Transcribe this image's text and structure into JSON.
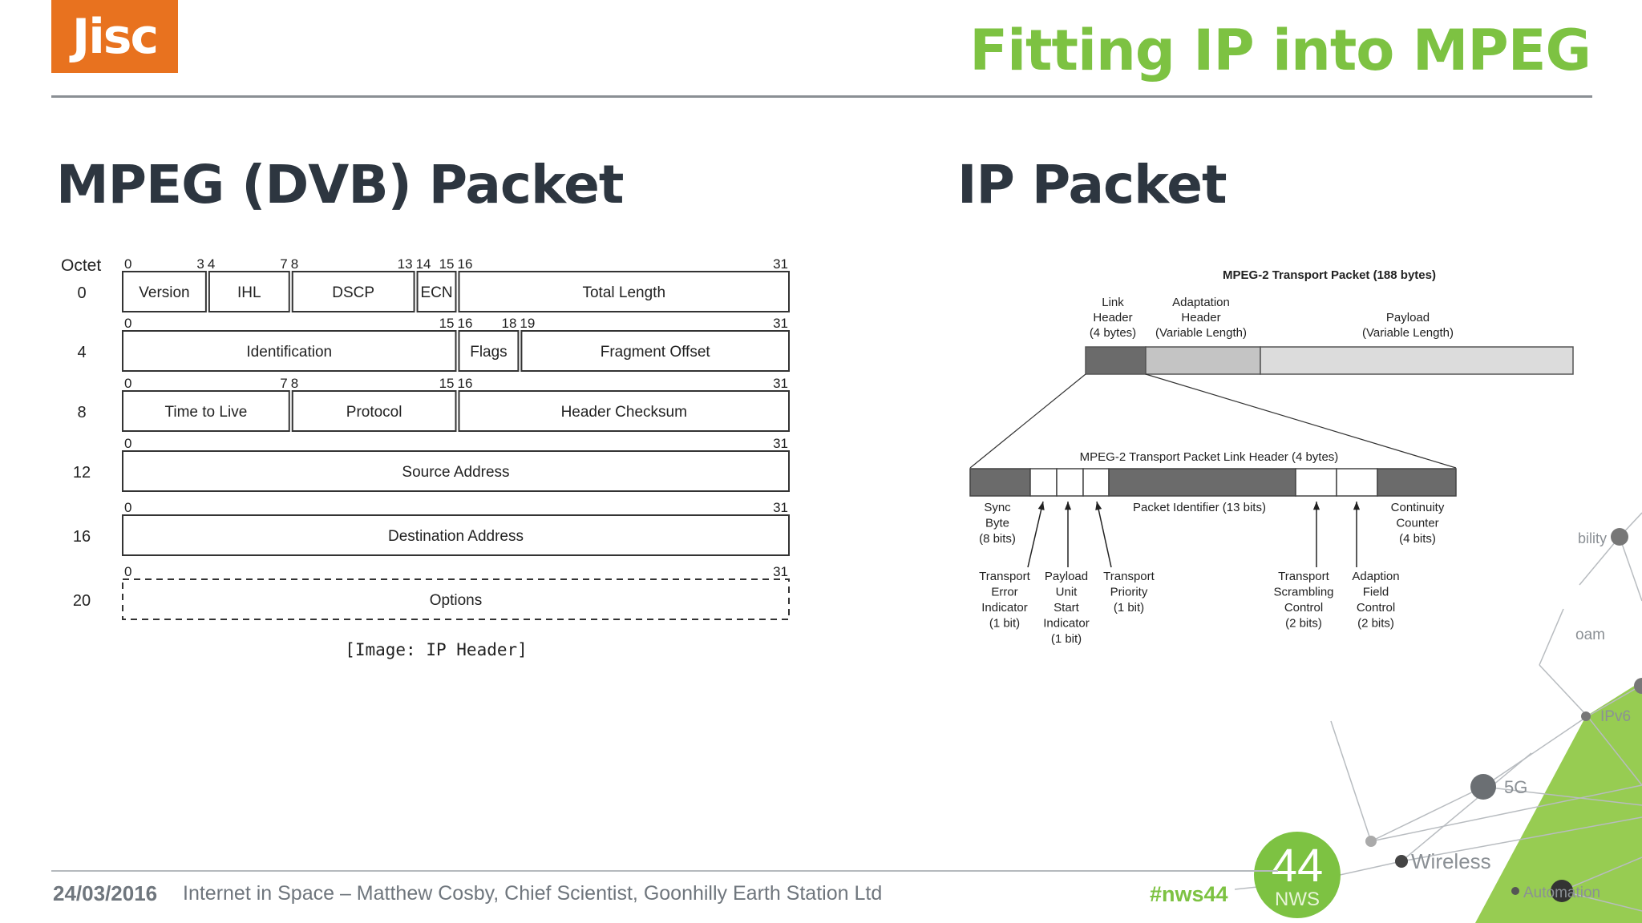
{
  "header": {
    "logo_text": "Jisc",
    "title": "Fitting IP into MPEG"
  },
  "left": {
    "heading": "MPEG (DVB) Packet",
    "ip_header": {
      "octet_label": "Octet",
      "caption": "[Image: IP Header]",
      "rows": [
        {
          "octet": "0",
          "ticks": [
            {
              "bit": "0"
            },
            {
              "bit": "3"
            },
            {
              "bit": "4"
            },
            {
              "bit": "7"
            },
            {
              "bit": "8"
            },
            {
              "bit": "13"
            },
            {
              "bit": "14"
            },
            {
              "bit": "15"
            },
            {
              "bit": "16"
            },
            {
              "bit": "31"
            }
          ],
          "fields": [
            {
              "label": "Version",
              "from": 0,
              "to": 4
            },
            {
              "label": "IHL",
              "from": 4,
              "to": 8
            },
            {
              "label": "DSCP",
              "from": 8,
              "to": 14
            },
            {
              "label": "ECN",
              "from": 14,
              "to": 16
            },
            {
              "label": "Total Length",
              "from": 16,
              "to": 32
            }
          ]
        },
        {
          "octet": "4",
          "ticks": [
            {
              "bit": "0"
            },
            {
              "bit": "15"
            },
            {
              "bit": "16"
            },
            {
              "bit": "18"
            },
            {
              "bit": "19"
            },
            {
              "bit": "31"
            }
          ],
          "fields": [
            {
              "label": "Identification",
              "from": 0,
              "to": 16
            },
            {
              "label": "Flags",
              "from": 16,
              "to": 19
            },
            {
              "label": "Fragment Offset",
              "from": 19,
              "to": 32
            }
          ]
        },
        {
          "octet": "8",
          "ticks": [
            {
              "bit": "0"
            },
            {
              "bit": "7"
            },
            {
              "bit": "8"
            },
            {
              "bit": "15"
            },
            {
              "bit": "16"
            },
            {
              "bit": "31"
            }
          ],
          "fields": [
            {
              "label": "Time to Live",
              "from": 0,
              "to": 8
            },
            {
              "label": "Protocol",
              "from": 8,
              "to": 16
            },
            {
              "label": "Header Checksum",
              "from": 16,
              "to": 32
            }
          ]
        },
        {
          "octet": "12",
          "ticks": [
            {
              "bit": "0"
            },
            {
              "bit": "31"
            }
          ],
          "fields": [
            {
              "label": "Source Address",
              "from": 0,
              "to": 32
            }
          ]
        },
        {
          "octet": "16",
          "ticks": [
            {
              "bit": "0"
            },
            {
              "bit": "31"
            }
          ],
          "fields": [
            {
              "label": "Destination Address",
              "from": 0,
              "to": 32
            }
          ]
        },
        {
          "octet": "20",
          "ticks": [
            {
              "bit": "0"
            },
            {
              "bit": "31"
            }
          ],
          "dashed": true,
          "fields": [
            {
              "label": "Options",
              "from": 0,
              "to": 32
            }
          ]
        }
      ]
    }
  },
  "right": {
    "heading": "IP Packet",
    "mpeg_diagram": {
      "packet_title": "MPEG-2 Transport Packet (188 bytes)",
      "packet_segments": [
        {
          "label": [
            "Link",
            "Header",
            "(4 bytes)"
          ],
          "color": "#6b6b6b"
        },
        {
          "label": [
            "Adaptation",
            "Header",
            "(Variable Length)"
          ],
          "color": "#c4c4c4"
        },
        {
          "label": [
            "Payload",
            "(Variable Length)"
          ],
          "color": "#dcdcdc"
        }
      ],
      "link_header_title": "MPEG-2 Transport Packet Link Header (4 bytes)",
      "fields": [
        {
          "label": [
            "Sync",
            "Byte",
            "(8 bits)"
          ]
        },
        {
          "label": [
            "Transport",
            "Error",
            "Indicator",
            "(1 bit)"
          ]
        },
        {
          "label": [
            "Payload",
            "Unit",
            "Start",
            "Indicator",
            "(1 bit)"
          ]
        },
        {
          "label": [
            "Transport",
            "Priority",
            "(1 bit)"
          ]
        },
        {
          "label": [
            "Packet Identifier (13 bits)"
          ]
        },
        {
          "label": [
            "Transport",
            "Scrambling",
            "Control",
            "(2 bits)"
          ]
        },
        {
          "label": [
            "Adaption",
            "Field",
            "Control",
            "(2 bits)"
          ]
        },
        {
          "label": [
            "Continuity",
            "Counter",
            "(4 bits)"
          ]
        }
      ]
    }
  },
  "decoration": {
    "labels": [
      "bility",
      "oam",
      "IPv6",
      "5G",
      "Wireless",
      "Automation"
    ],
    "badge_number": "44",
    "badge_text": "NWS"
  },
  "footer": {
    "date": "24/03/2016",
    "text": "Internet in Space – Matthew Cosby, Chief Scientist, Goonhilly Earth Station Ltd",
    "hashtag": "#nws44"
  },
  "colors": {
    "brand_orange": "#e8721f",
    "accent_green": "#7dc242",
    "text_dark": "#2d3640"
  }
}
